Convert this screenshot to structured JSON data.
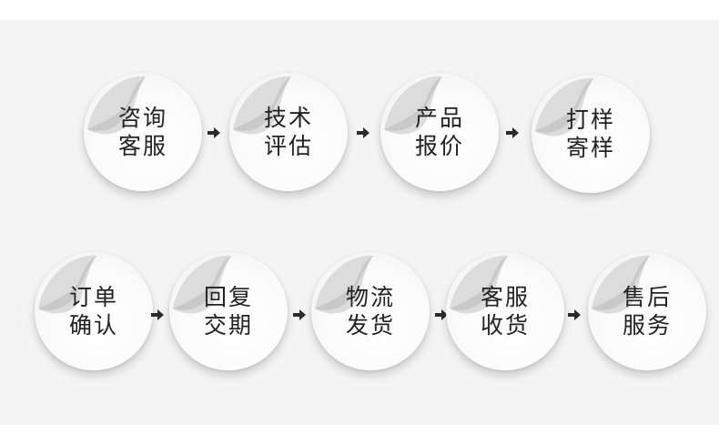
{
  "row1": [
    {
      "line1": "咨询",
      "line2": "客服"
    },
    {
      "line1": "技术",
      "line2": "评估"
    },
    {
      "line1": "产品",
      "line2": "报价"
    },
    {
      "line1": "打样",
      "line2": "寄样"
    }
  ],
  "row2": [
    {
      "line1": "订单",
      "line2": "确认"
    },
    {
      "line1": "回复",
      "line2": "交期"
    },
    {
      "line1": "物流",
      "line2": "发货"
    },
    {
      "line1": "客服",
      "line2": "收货"
    },
    {
      "line1": "售后",
      "line2": "服务"
    }
  ],
  "arrow_icon": "arrow-right-icon",
  "colors": {
    "background": "#f4f4f4",
    "text": "#222222",
    "arrow": "#2b2b2b"
  }
}
